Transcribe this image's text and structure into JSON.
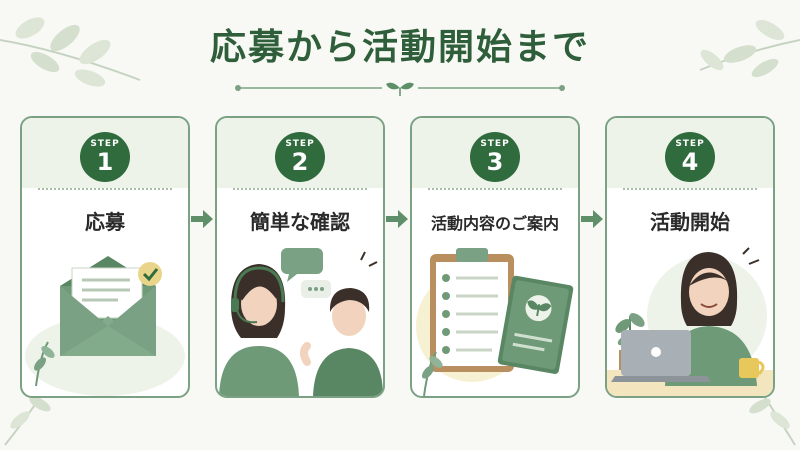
{
  "title": "応募から活動開始まで",
  "steps": [
    {
      "word": "STEP",
      "number": "1",
      "label": "応募",
      "illustration": "envelope-icon"
    },
    {
      "word": "STEP",
      "number": "2",
      "label": "簡単な確認",
      "illustration": "conversation-icon"
    },
    {
      "word": "STEP",
      "number": "3",
      "label": "活動内容のご案内",
      "illustration": "checklist-icon"
    },
    {
      "word": "STEP",
      "number": "4",
      "label": "活動開始",
      "illustration": "laptop-work-icon"
    }
  ],
  "colors": {
    "accent": "#2f6b3c",
    "border": "#7aa183",
    "background": "#f8f9f4",
    "title": "#2e5e3a"
  }
}
